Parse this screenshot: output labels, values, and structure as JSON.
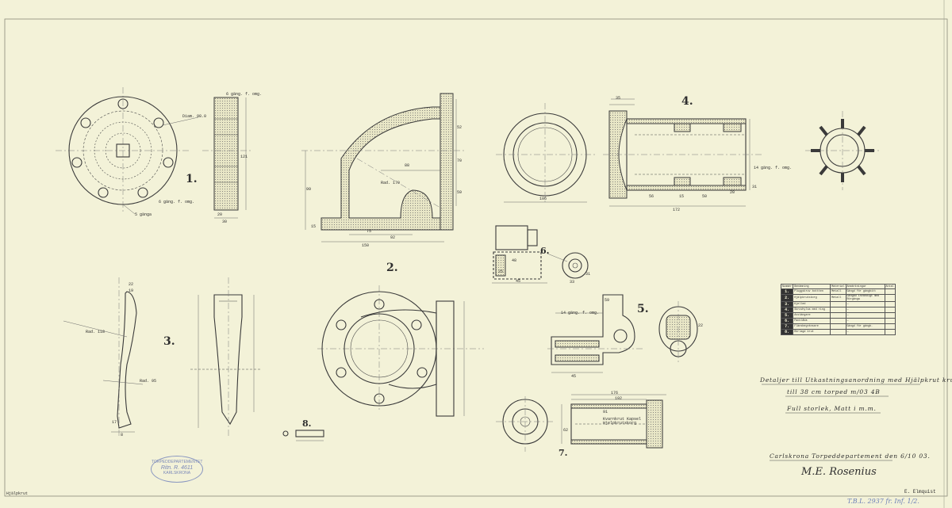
{
  "figure_numbers": [
    "1.",
    "2.",
    "3.",
    "4.",
    "5.",
    "6.",
    "7.",
    "8."
  ],
  "title": {
    "line1": "Detaljer till Utkastningsanordning med Hjälpkrut krut",
    "line2": "till 38 cm torped m/03 4B",
    "line3": "Full storlek, Matt i m.m.",
    "office": "Carlskrona Torpeddepartement den 6/10 03."
  },
  "signature": "M.E. Rosenius",
  "corner_marks": {
    "bottom_left": "Hjälpkrut",
    "bottom_right_signature": "E. Elmquist",
    "archive_ref": "T.B.L. 2937 fr. Inf. 1/2."
  },
  "stamp": {
    "line1": "TORPEDDEPARTEMENTET",
    "line2": "Ritn. R. 4611",
    "line3": "KARLSKRONA"
  },
  "parts_table": {
    "header": [
      "Nummer",
      "Benämning",
      "Material",
      "Anmärkningar",
      "Antal"
    ],
    "rows": [
      {
        "n": "1.",
        "name": "Pluggskruv bottten",
        "material": "Metall",
        "remark": "Gängd för gängbitt",
        "count": ""
      },
      {
        "n": "2.",
        "name": "Hjälpkrutskorg",
        "material": "Metall",
        "remark": "Gängad invändigt med Rörgänga",
        "count": ""
      },
      {
        "n": "3.",
        "name": "Kjelled",
        "material": "",
        "remark": "—",
        "count": ""
      },
      {
        "n": "4.",
        "name": "Skruvhylsa med ring",
        "material": "",
        "remark": "—",
        "count": ""
      },
      {
        "n": "5.",
        "name": "Avstängare",
        "material": "",
        "remark": "—",
        "count": ""
      },
      {
        "n": "6.",
        "name": "Packlåda",
        "material": "",
        "remark": "—",
        "count": ""
      },
      {
        "n": "7.",
        "name": "Flänsbegränsare",
        "material": "",
        "remark": "Gängd för gängb.",
        "count": ""
      },
      {
        "n": "8.",
        "name": "Rörlagd krut",
        "material": "",
        "remark": "—",
        "count": ""
      }
    ]
  },
  "dimensions": {
    "fig1_diameter": "Diam. 98.0",
    "fig1_hole": "6 gäng. f. omg.",
    "fig1_thread": "6 gäng. f. omg.",
    "fig1_base": "5 gänga",
    "fig1_dims": [
      "20",
      "30",
      "121"
    ],
    "fig2_dims": [
      "88",
      "99",
      "70",
      "52",
      "150",
      "92",
      "75",
      "15",
      "59",
      "Rad. 170"
    ],
    "fig3_dims": [
      "Rad. 118",
      "Rad. 95",
      "22",
      "19",
      "17",
      "8"
    ],
    "fig4_dims": [
      "172",
      "106",
      "56",
      "15",
      "50",
      "20",
      "35",
      "31",
      "14 gäng. f. omg."
    ],
    "fig5_dims": [
      "14 gäng. f. omg.",
      "59",
      "45",
      "22"
    ],
    "fig6_dims": [
      "48",
      "25",
      "45",
      "31",
      "33"
    ],
    "fig7_dims": [
      "176",
      "192",
      "91",
      "62"
    ],
    "fig7_label": "Kvarnkrut Kapsel Hjelpkrutskorg"
  }
}
